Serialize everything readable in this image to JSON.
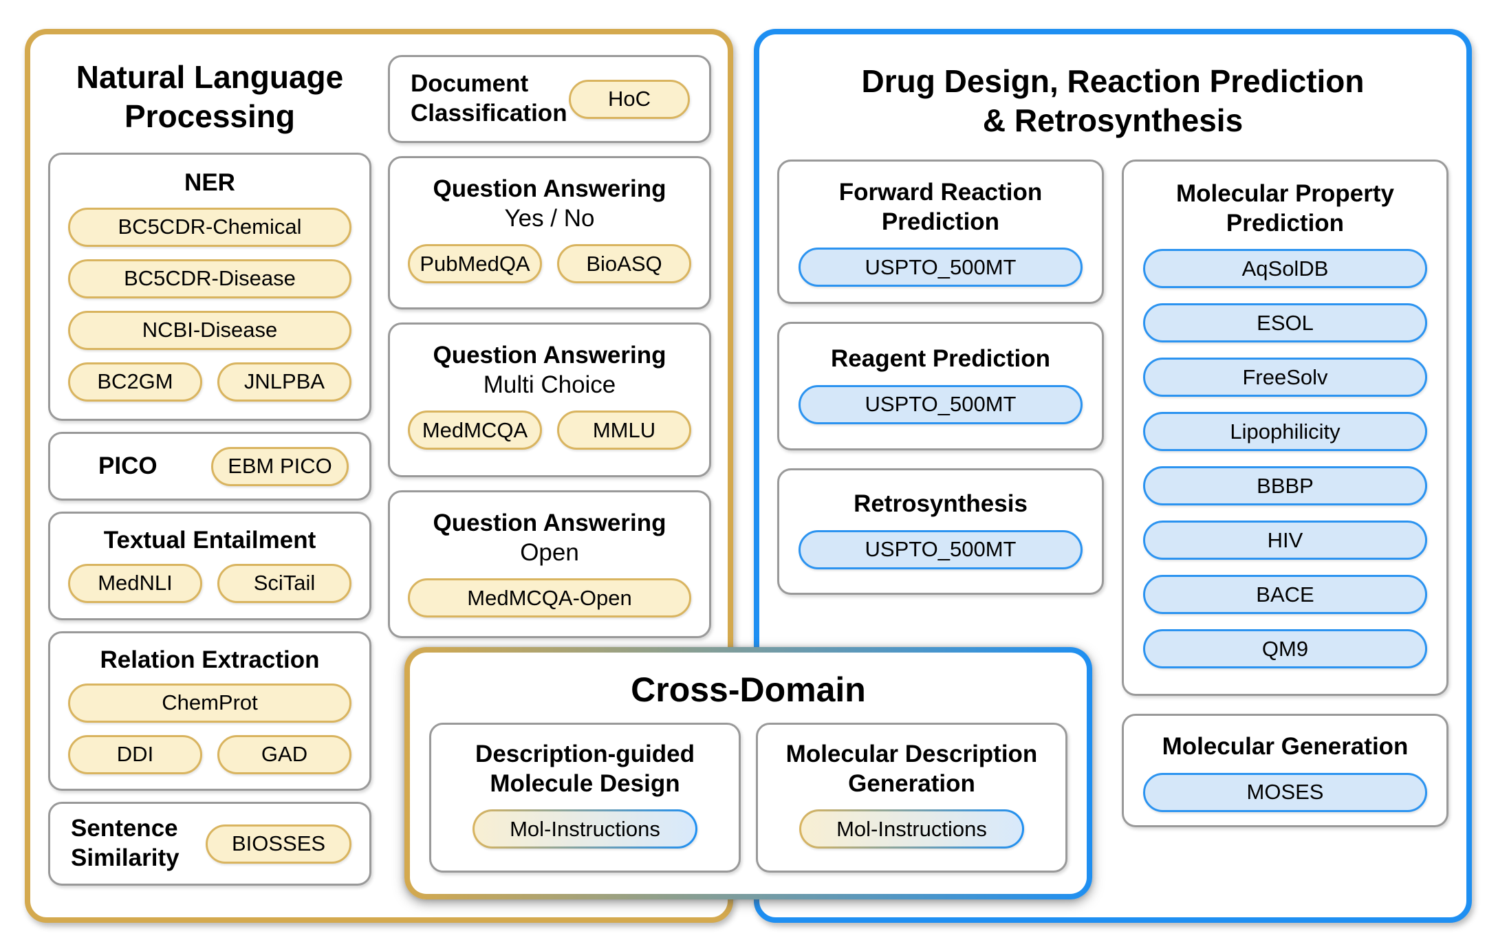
{
  "colors": {
    "nlp_accent": "#D4A94E",
    "drug_accent": "#1E8FF2",
    "yellow_pill_fill": "#FBF0CD",
    "yellow_pill_border": "#D9B45F",
    "blue_pill_fill": "#D5E7F9",
    "blue_pill_border": "#2B93F0",
    "box_border": "#999999"
  },
  "nlp": {
    "title_line1": "Natural Language",
    "title_line2": "Processing",
    "ner": {
      "header": "NER",
      "pills": [
        "BC5CDR-Chemical",
        "BC5CDR-Disease",
        "NCBI-Disease",
        "BC2GM",
        "JNLPBA"
      ]
    },
    "pico": {
      "header": "PICO",
      "pill": "EBM PICO"
    },
    "textual_entailment": {
      "header": "Textual Entailment",
      "pills": [
        "MedNLI",
        "SciTail"
      ]
    },
    "relation_extraction": {
      "header": "Relation Extraction",
      "pills": [
        "ChemProt",
        "DDI",
        "GAD"
      ]
    },
    "sentence_similarity": {
      "header_line1": "Sentence",
      "header_line2": "Similarity",
      "pill": "BIOSSES"
    },
    "document_classification": {
      "header_line1": "Document",
      "header_line2": "Classification",
      "pill": "HoC"
    },
    "qa_yes_no": {
      "header": "Question Answering",
      "subheader": "Yes / No",
      "pills": [
        "PubMedQA",
        "BioASQ"
      ]
    },
    "qa_multi_choice": {
      "header": "Question Answering",
      "subheader": "Multi Choice",
      "pills": [
        "MedMCQA",
        "MMLU"
      ]
    },
    "qa_open": {
      "header": "Question Answering",
      "subheader": "Open",
      "pill": "MedMCQA-Open"
    }
  },
  "drug": {
    "title_line1": "Drug Design, Reaction Prediction",
    "title_line2": "& Retrosynthesis",
    "forward_reaction": {
      "header_line1": "Forward Reaction",
      "header_line2": "Prediction",
      "pill": "USPTO_500MT"
    },
    "reagent_prediction": {
      "header": "Reagent Prediction",
      "pill": "USPTO_500MT"
    },
    "retrosynthesis": {
      "header": "Retrosynthesis",
      "pill": "USPTO_500MT"
    },
    "molecular_property": {
      "header_line1": "Molecular Property",
      "header_line2": "Prediction",
      "pills": [
        "AqSolDB",
        "ESOL",
        "FreeSolv",
        "Lipophilicity",
        "BBBP",
        "HIV",
        "BACE",
        "QM9"
      ]
    },
    "molecular_generation": {
      "header": "Molecular Generation",
      "pill": "MOSES"
    }
  },
  "cross": {
    "title": "Cross-Domain",
    "molecule_design": {
      "header_line1": "Description-guided",
      "header_line2": "Molecule Design",
      "pill": "Mol-Instructions"
    },
    "description_generation": {
      "header_line1": "Molecular Description",
      "header_line2": "Generation",
      "pill": "Mol-Instructions"
    }
  }
}
